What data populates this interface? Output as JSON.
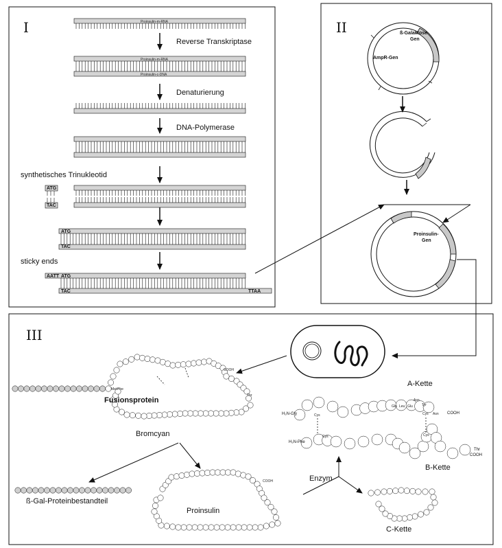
{
  "panel_I": {
    "label": "I",
    "strand_mrna": "Proinsulin-m-RNA",
    "strand_cdna": "Proinsulin-c-DNA",
    "step_reverse": "Reverse Transkriptase",
    "step_denat": "Denaturierung",
    "step_polymerase": "DNA-Polymerase",
    "step_trinucleotide": "synthetisches Trinukleotid",
    "step_sticky": "sticky ends",
    "codon_atg": "ATG",
    "codon_tac": "TAC",
    "seq_aatt": "AATT",
    "seq_ttaa": "TTAA"
  },
  "panel_II": {
    "label": "II",
    "gene_galactosidase": "ß-Galaktose-\nGen",
    "gene_ampr": "AmpR-Gen",
    "gene_proinsulin": "Proinsulin-\nGen"
  },
  "panel_III": {
    "label": "III",
    "fusion_label": "Fusionsprotein",
    "bromcyan": "Bromcyan",
    "gal_part": "ß-Gal-Proteinbestandteil",
    "proinsulin": "Proinsulin",
    "enzym": "Enzym",
    "a_chain": "A-Kette",
    "b_chain": "B-Kette",
    "c_chain": "C-Kette",
    "cooh": "COOH",
    "h2n_gly": "H₂N-Gly",
    "h2n_phe": "H₂N-Phe",
    "thr": "Thr",
    "aa_labels": [
      "Cys",
      "Cys",
      "Cys",
      "Cys",
      "Cys",
      "Cys",
      "Gln",
      "Leu",
      "Glu",
      "Asn",
      "Tyr",
      "Asn",
      "Met",
      "Phe",
      "Thr"
    ]
  },
  "colors": {
    "strand_fill": "#d4d4d4",
    "line": "#111111",
    "bead_fill": "#ffffff",
    "gal_bead_fill": "#cfcfcf",
    "gene_fill": "#c8c8c8"
  }
}
